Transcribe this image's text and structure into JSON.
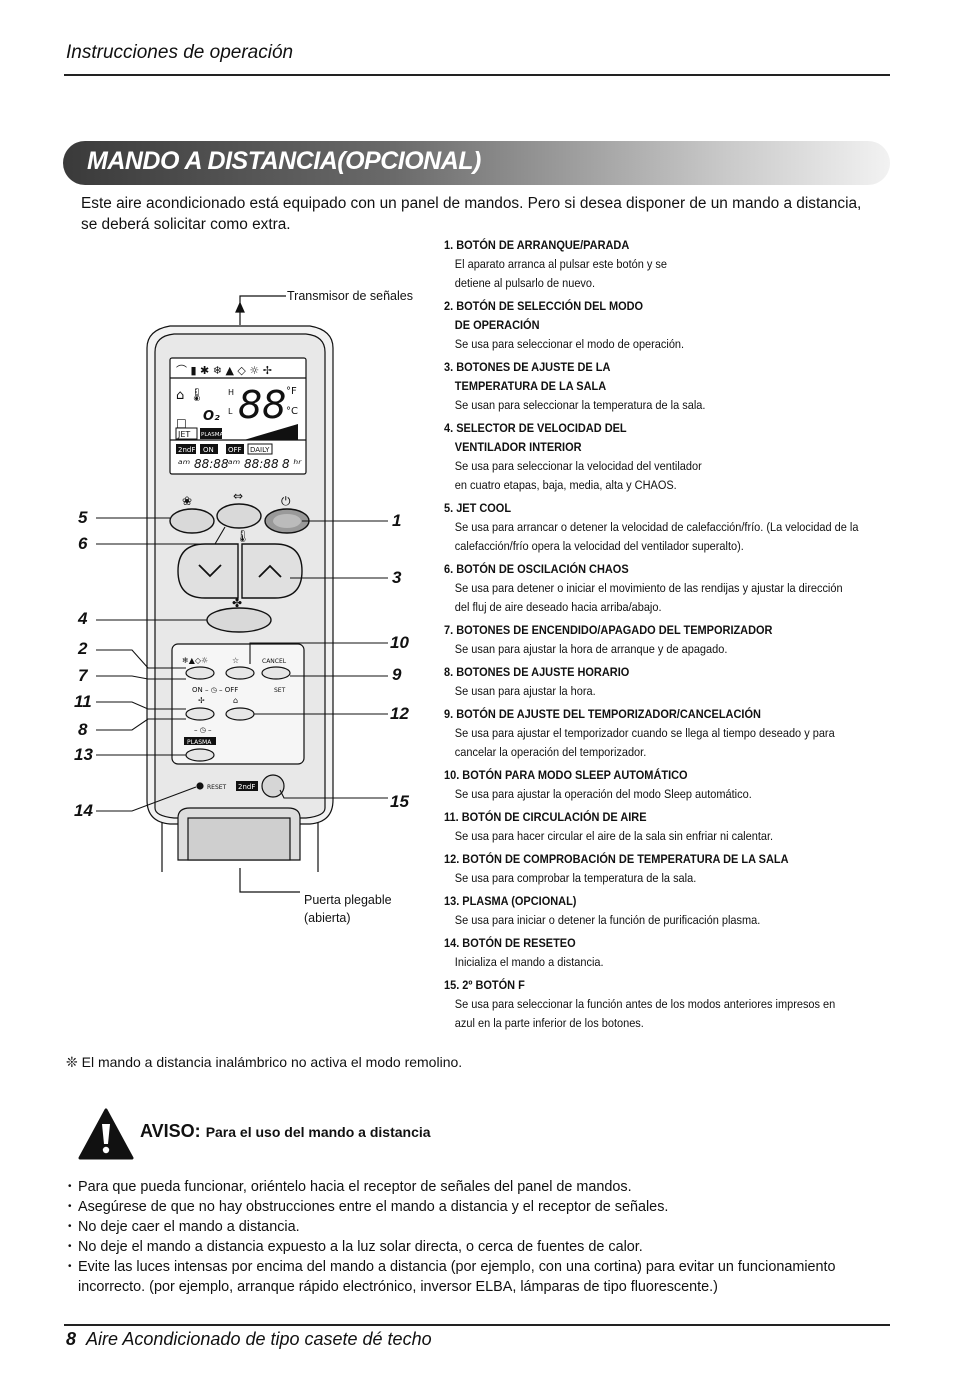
{
  "header": {
    "title": "Instrucciones de operación"
  },
  "banner": {
    "title": "MANDO A DISTANCIA(OPCIONAL)"
  },
  "intro": "Este aire acondicionado está equipado con un panel de mandos. Pero si desea disponer de un mando a distancia, se deberá solicitar como extra.",
  "figure": {
    "transmitter": "Transmisor de señales",
    "door_l1": "Puerta plegable",
    "door_l2": "(abierta)",
    "callouts_left": [
      "5",
      "6",
      "4",
      "2",
      "7",
      "11",
      "8",
      "13",
      "14"
    ],
    "callouts_right": [
      "1",
      "3",
      "10",
      "9",
      "12",
      "15"
    ],
    "lcd": {
      "jet": "JET",
      "plasma": "PLASMA",
      "on": "ON",
      "off": "OFF",
      "daily": "DAILY",
      "digits": "88",
      "deg_f": "°F",
      "deg_c": "°C",
      "h": "H",
      "l": "L",
      "o2": "O₂"
    },
    "btn": {
      "cancel": "CANCEL",
      "set": "SET",
      "on_off": "ON – ◷ – OFF",
      "plasma": "PLASMA",
      "reset": "RESET",
      "ndf": "2ndF",
      "minus": "– ◷ –"
    }
  },
  "items": [
    {
      "head": "1. BOTÓN DE ARRANQUE/PARADA",
      "desc": [
        "El aparato arranca al pulsar este botón y se",
        "detiene al pulsarlo de nuevo."
      ]
    },
    {
      "head": "2. BOTÓN DE SELECCIÓN DEL MODO",
      "head2": "DE OPERACIÓN",
      "desc": [
        "Se usa para seleccionar el modo de operación."
      ]
    },
    {
      "head": "3. BOTONES DE AJUSTE DE LA",
      "head2": "TEMPERATURA DE LA SALA",
      "desc": [
        "Se usan para seleccionar la temperatura de la sala."
      ]
    },
    {
      "head": "4. SELECTOR DE VELOCIDAD DEL",
      "head2": "VENTILADOR INTERIOR",
      "desc": [
        "Se usa para seleccionar la velocidad del ventilador",
        "en cuatro etapas, baja, media, alta y CHAOS."
      ]
    },
    {
      "head": "5. JET COOL",
      "desc": [
        "Se usa para arrancar o detener la velocidad de calefacción/frío. (La velocidad de la",
        "calefacción/frío opera la velocidad del ventilador superalto)."
      ]
    },
    {
      "head": "6. BOTÓN DE OSCILACIÓN CHAOS",
      "desc": [
        "Se usa para detener o iniciar el movimiento de las rendijas y ajustar la dirección",
        "del fluj de aire deseado hacia arriba/abajo."
      ]
    },
    {
      "head": "7. BOTONES DE ENCENDIDO/APAGADO DEL TEMPORIZADOR",
      "desc": [
        "Se usan para ajustar la hora de arranque y de apagado."
      ]
    },
    {
      "head": "8. BOTONES DE AJUSTE HORARIO",
      "desc": [
        "Se usan para ajustar la hora."
      ]
    },
    {
      "head": "9. BOTÓN DE AJUSTE DEL TEMPORIZADOR/CANCELACIÓN",
      "desc": [
        "Se usa para ajustar el temporizador cuando se llega al tiempo deseado y para",
        "cancelar la operación del temporizador."
      ]
    },
    {
      "head": "10. BOTÓN PARA MODO SLEEP AUTOMÁTICO",
      "desc": [
        "Se usa para ajustar la operación del modo Sleep automático."
      ]
    },
    {
      "head": "11. BOTÓN DE CIRCULACIÓN DE AIRE",
      "desc": [
        "Se usa para hacer circular el aire de la sala sin enfriar ni calentar."
      ]
    },
    {
      "head": "12. BOTÓN DE COMPROBACIÓN DE TEMPERATURA DE LA SALA",
      "desc": [
        "Se usa para comprobar la temperatura de la sala."
      ]
    },
    {
      "head": "13. PLASMA (OPCIONAL)",
      "desc": [
        "Se usa para iniciar o detener la función de purificación plasma."
      ]
    },
    {
      "head": "14. BOTÓN DE RESETEO",
      "desc": [
        "Inicializa el mando a distancia."
      ]
    },
    {
      "head": "15. 2º BOTÓN F",
      "desc": [
        "Se usa para seleccionar la función antes de los modos anteriores impresos en",
        "azul en la parte inferior de los botones."
      ]
    }
  ],
  "note": "❊ El mando a distancia inalámbrico no activa el modo remolino.",
  "warning": {
    "title": "AVISO:",
    "subtitle": "Para el uso del mando a distancia"
  },
  "bullets": [
    "Para que pueda funcionar, oriéntelo hacia el receptor de señales del panel de mandos.",
    "Asegúrese de que no hay obstrucciones entre el mando a distancia y el receptor de señales.",
    "No deje caer el mando a distancia.",
    "No deje el mando a distancia expuesto a la luz solar directa, o cerca de fuentes de calor.",
    "Evite las luces intensas por encima del mando a distancia (por ejemplo, con una cortina) para evitar un funcionamiento incorrecto. (por ejemplo, arranque rápido electrónico, inversor ELBA, lámparas de tipo fluorescente.)"
  ],
  "footer": {
    "page": "8",
    "title": "Aire Acondicionado de tipo casete dé techo"
  }
}
